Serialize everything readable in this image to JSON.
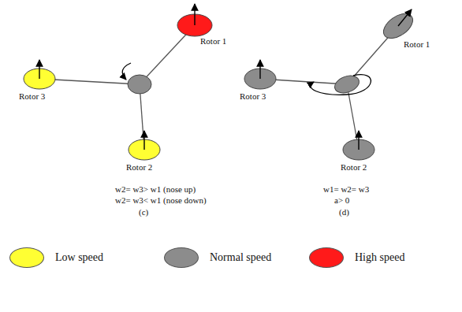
{
  "diagram": {
    "labels": [
      "Rotor 1",
      "Rotor 3",
      "Rotor 2",
      "w2= w3> w1 (nose up)",
      "w2= w3< w1 (nose down)",
      "(c)",
      "Rotor 1",
      "Rotor 3",
      "Rotor 2",
      "w1= w2= w3",
      "a> 0",
      "(d)"
    ],
    "legend": [
      {
        "text": "Low speed",
        "color": "#ffff33"
      },
      {
        "text": "Normal speed",
        "color": "#8c8c8c"
      },
      {
        "text": "High speed",
        "color": "#ff1a1a"
      }
    ]
  }
}
